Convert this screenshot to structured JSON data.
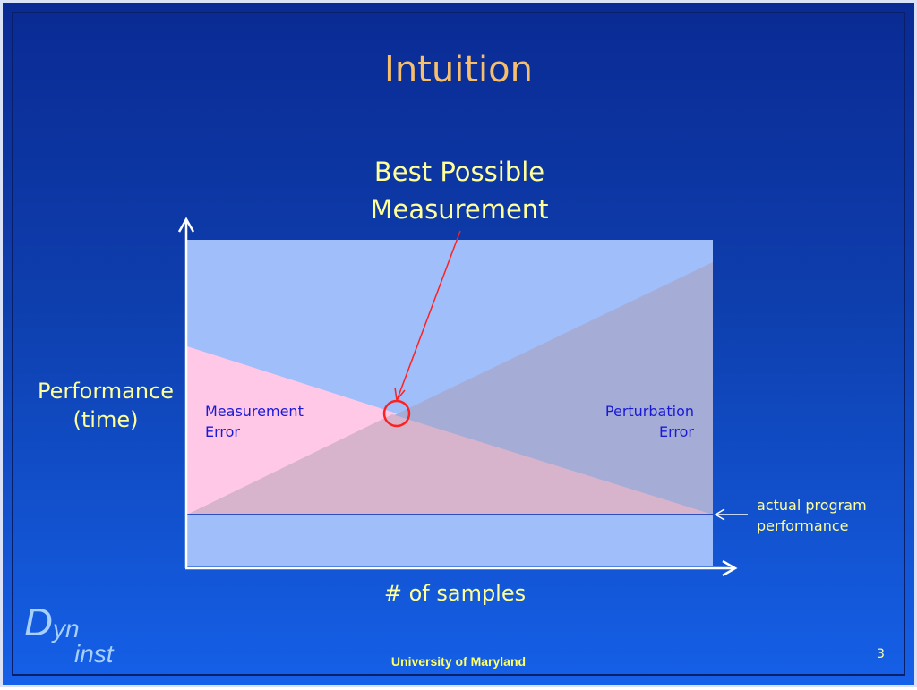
{
  "slide": {
    "title": "Intuition",
    "callout_lines": [
      "Best Possible",
      "Measurement"
    ],
    "y_axis_label_lines": [
      "Performance",
      "(time)"
    ],
    "x_axis_label": "# of samples",
    "measurement_error_lines": [
      "Measurement",
      "Error"
    ],
    "perturbation_error_lines": [
      "Perturbation",
      "Error"
    ],
    "actual_performance_lines": [
      "actual program",
      "performance"
    ],
    "footer": "University of Maryland",
    "page_number": "3",
    "logo": {
      "d": "D",
      "yn": "yn",
      "inst": "inst"
    }
  },
  "colors": {
    "plot_area": "#9fbefa",
    "measurement_error": "#ffc8e6",
    "perturbation_error": "#a5acd6",
    "overlap": "#d8b4cc",
    "callout_arrow": "#ff2020",
    "axes": "#ffffff",
    "baseline": "#2a4fc0",
    "title": "#f7bf6b",
    "label": "#ffff9a",
    "error_text": "#1a1ad6"
  },
  "icons": {
    "optimum_marker": "red-circle",
    "axis_arrowheads": "arrowhead"
  }
}
